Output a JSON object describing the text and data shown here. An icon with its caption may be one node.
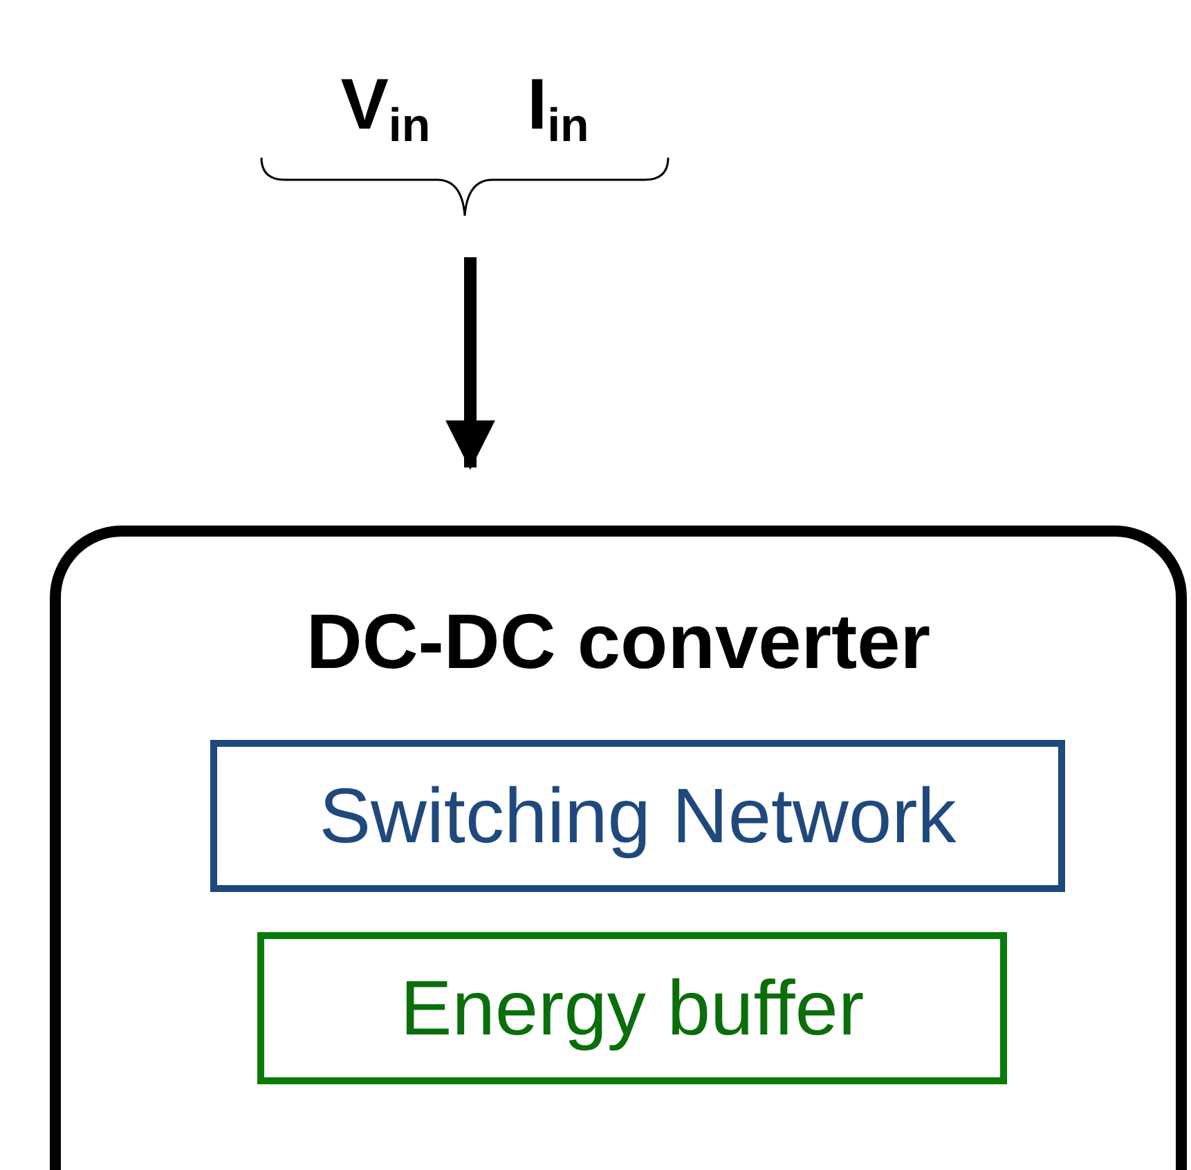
{
  "diagram": {
    "nodes": [
      {
        "text": [
          "V$_{in}$",
          "I$_{in}$"
        ]
      },
      {
        "text": [
          "DC-DC converter"
        ]
      },
      {
        "text": [
          "Switching Network"
        ],
        "in": 1
      },
      {
        "text": [
          "Energy buffer"
        ],
        "in": 1
      }
    ],
    "edges": [
      {
        "from": 0,
        "to": 1,
        "arrow": "to"
      }
    ]
  }
}
